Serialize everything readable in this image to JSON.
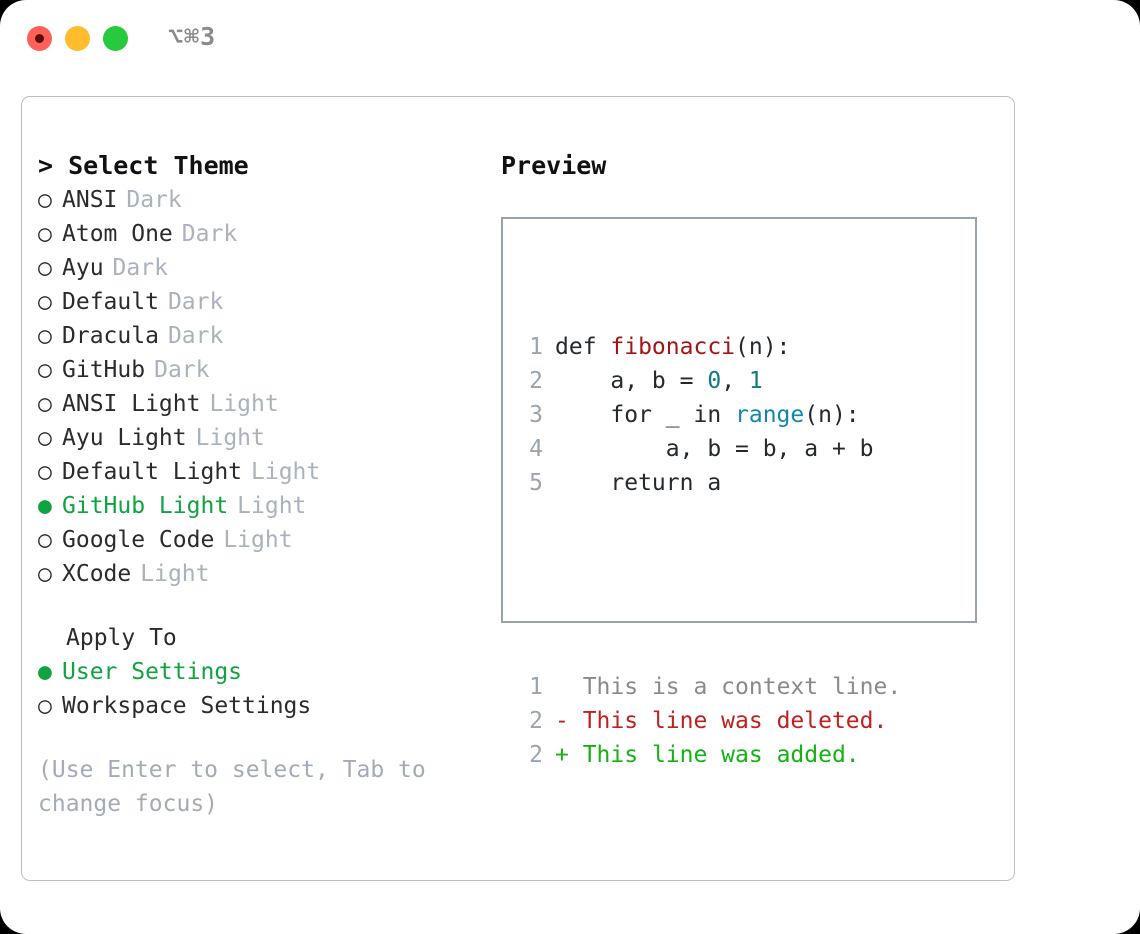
{
  "titlebar": {
    "shortcut": "⌥⌘3",
    "lights": [
      "close",
      "minimize",
      "maximize"
    ]
  },
  "theme_panel": {
    "heading": "> Select Theme",
    "themes": [
      {
        "bullet": "○",
        "name": "ANSI",
        "tag": "Dark",
        "selected": false
      },
      {
        "bullet": "○",
        "name": "Atom One",
        "tag": "Dark",
        "selected": false
      },
      {
        "bullet": "○",
        "name": "Ayu",
        "tag": "Dark",
        "selected": false
      },
      {
        "bullet": "○",
        "name": "Default",
        "tag": "Dark",
        "selected": false
      },
      {
        "bullet": "○",
        "name": "Dracula",
        "tag": "Dark",
        "selected": false
      },
      {
        "bullet": "○",
        "name": "GitHub",
        "tag": "Dark",
        "selected": false
      },
      {
        "bullet": "○",
        "name": "ANSI Light",
        "tag": "Light",
        "selected": false
      },
      {
        "bullet": "○",
        "name": "Ayu Light",
        "tag": "Light",
        "selected": false
      },
      {
        "bullet": "○",
        "name": "Default Light",
        "tag": "Light",
        "selected": false
      },
      {
        "bullet": "●",
        "name": "GitHub Light",
        "tag": "Light",
        "selected": true
      },
      {
        "bullet": "○",
        "name": "Google Code",
        "tag": "Light",
        "selected": false
      },
      {
        "bullet": "○",
        "name": "XCode",
        "tag": "Light",
        "selected": false
      }
    ]
  },
  "apply_to": {
    "heading": "Apply To",
    "options": [
      {
        "bullet": "●",
        "name": "User Settings",
        "selected": true
      },
      {
        "bullet": "○",
        "name": "Workspace Settings",
        "selected": false
      }
    ]
  },
  "hint": "(Use Enter to select, Tab to change focus)",
  "preview": {
    "title": "Preview",
    "code_lines": [
      {
        "no": "1",
        "parts": [
          {
            "t": "def ",
            "c": "plain"
          },
          {
            "t": "fibonacci",
            "c": "fn"
          },
          {
            "t": "(n):",
            "c": "plain"
          }
        ]
      },
      {
        "no": "2",
        "parts": [
          {
            "t": "    a, b = ",
            "c": "plain"
          },
          {
            "t": "0",
            "c": "num"
          },
          {
            "t": ", ",
            "c": "plain"
          },
          {
            "t": "1",
            "c": "num"
          }
        ]
      },
      {
        "no": "3",
        "parts": [
          {
            "t": "    for _ in ",
            "c": "plain"
          },
          {
            "t": "range",
            "c": "call"
          },
          {
            "t": "(n):",
            "c": "plain"
          }
        ]
      },
      {
        "no": "4",
        "parts": [
          {
            "t": "        a, b = b, a + b",
            "c": "plain"
          }
        ]
      },
      {
        "no": "5",
        "parts": [
          {
            "t": "    return a",
            "c": "plain"
          }
        ]
      }
    ],
    "diff_lines": [
      {
        "no": "1",
        "marker": " ",
        "text": " This is a context line.",
        "kind": "ctx"
      },
      {
        "no": "2",
        "marker": "-",
        "text": " This line was deleted.",
        "kind": "del"
      },
      {
        "no": "2",
        "marker": "+",
        "text": " This line was added.",
        "kind": "add"
      }
    ]
  },
  "colors": {
    "accent_green": "#12a341",
    "diff_add": "#12b312",
    "diff_del": "#c02020",
    "keyword_fn": "#a31515",
    "number": "#0f7b7b",
    "call": "#1287ab",
    "muted": "#aab2be",
    "border": "#97a2b1"
  }
}
